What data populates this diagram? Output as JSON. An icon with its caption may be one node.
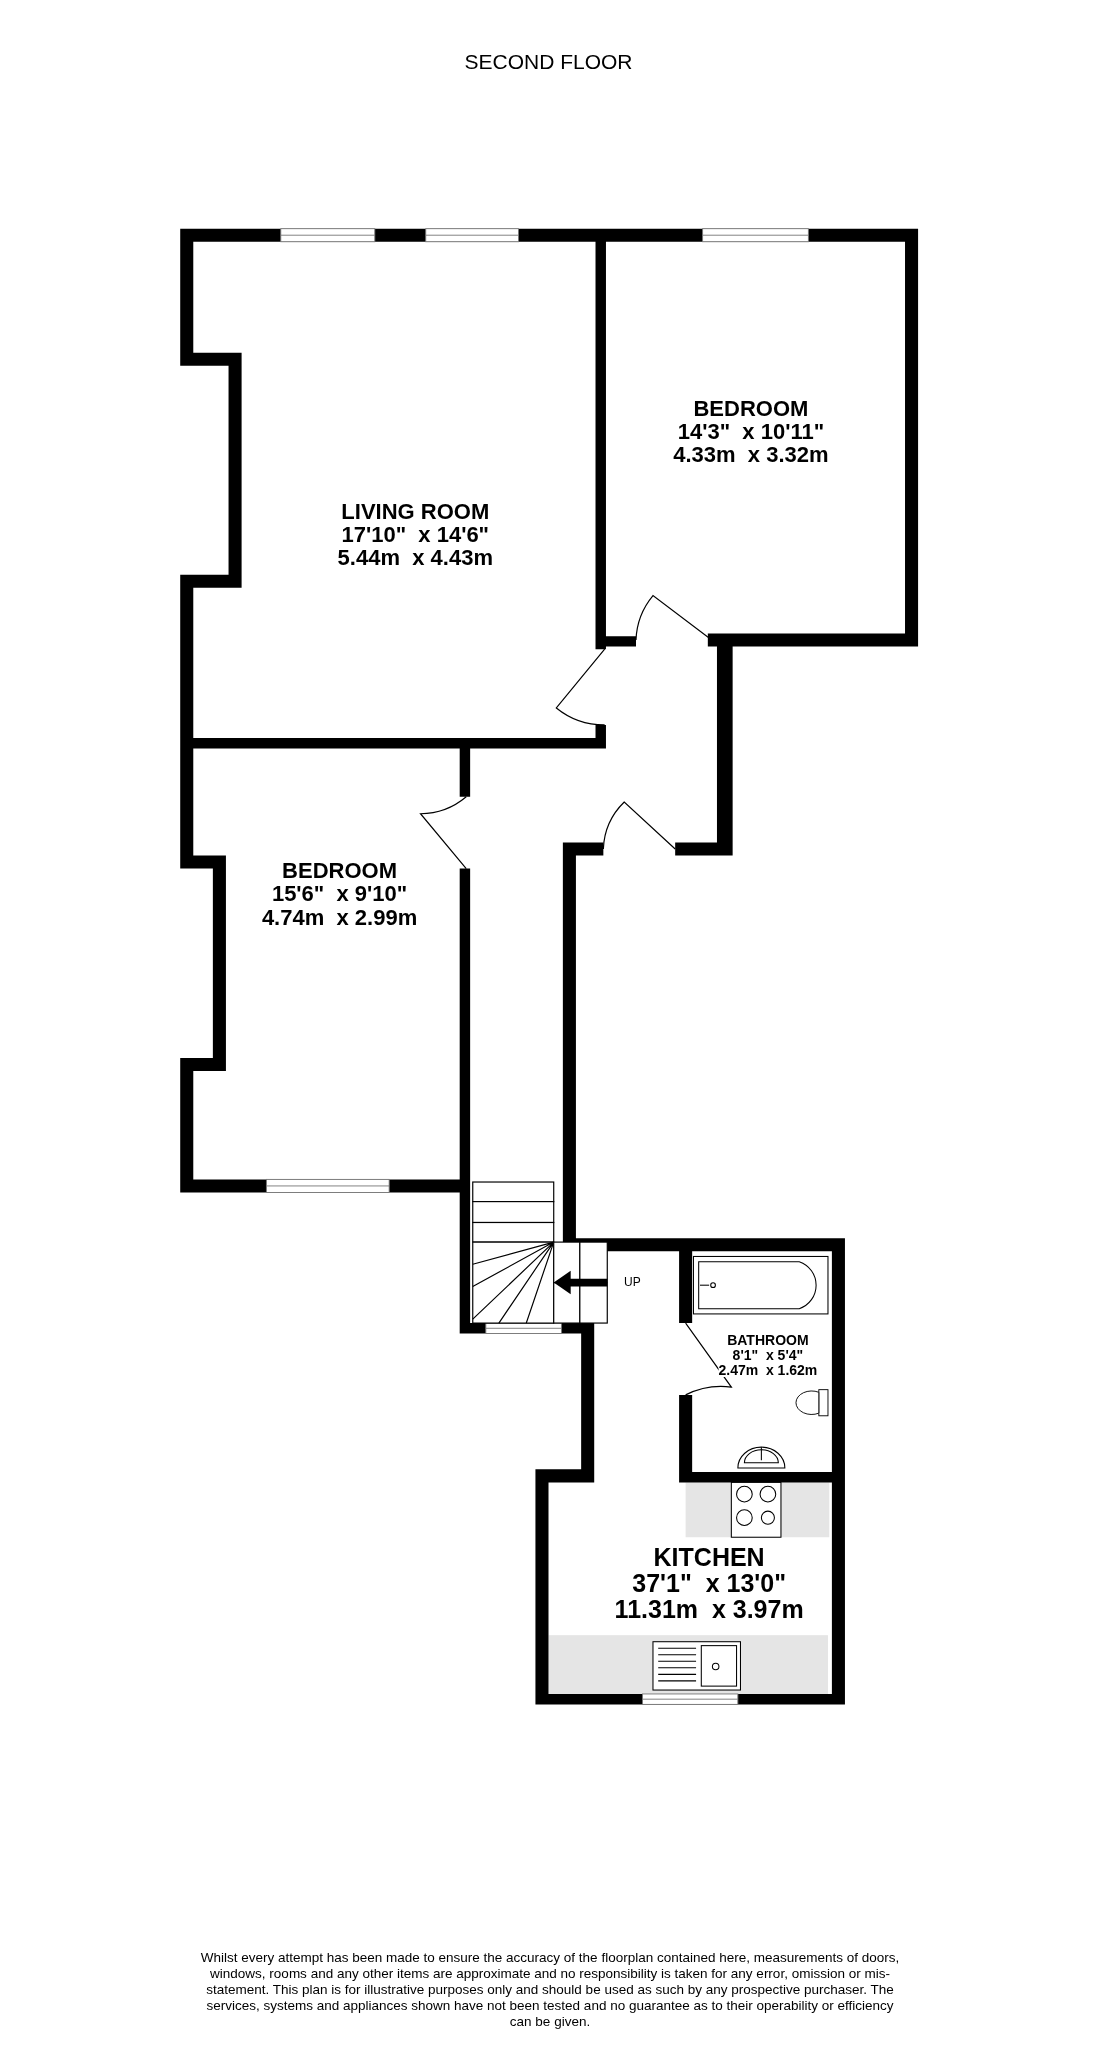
{
  "diagram": {
    "title": "SECOND FLOOR",
    "nodes": [
      {
        "text": [
          "BEDROOM",
          "14'3\"  x 10'11\"",
          "4.33m  x 3.32m"
        ]
      },
      {
        "text": [
          "LIVING ROOM",
          "17'10\"  x 14'6\"",
          "5.44m  x 4.43m"
        ]
      },
      {
        "text": [
          "BEDROOM",
          "15'6\"  x 9'10\"",
          "4.74m  x 2.99m"
        ]
      },
      {
        "text": [
          "BATHROOM",
          "8'1\"  x 5'4\"",
          "2.47m  x 1.62m"
        ]
      },
      {
        "text": [
          "KITCHEN",
          "37'1\"  x 13'0\"",
          "11.31m  x 3.97m"
        ]
      }
    ],
    "labels": [
      "UP",
      "Whilst every attempt has been made to ensure the accuracy of the floorplan contained here, measurements of doors, windows, rooms and any other items are approximate and no responsibility is taken for any error, omission or mis-statement. This plan is for illustrative purposes only and should be used as such by any prospective purchaser. The services, systems and appliances shown have not been tested and no guarantee as to their operability or efficiency can be given."
    ]
  }
}
